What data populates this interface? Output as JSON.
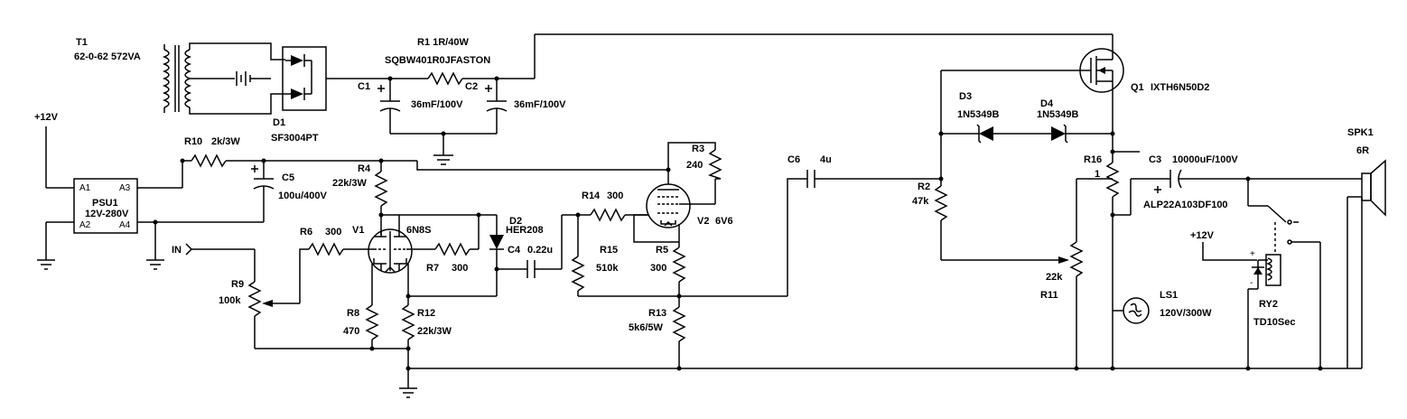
{
  "components": {
    "t1": {
      "ref": "T1",
      "value": "62-0-62 572VA"
    },
    "r1": {
      "ref": "R1 1R/40W",
      "value": "SQBW401R0JFASTON"
    },
    "d1": {
      "ref": "D1",
      "value": "SF3004PT"
    },
    "c1": {
      "ref": "C1",
      "value": "36mF/100V"
    },
    "c2": {
      "ref": "C2",
      "value": "36mF/100V"
    },
    "q1": {
      "ref": "Q1",
      "value": "IXTH6N50D2"
    },
    "d3": {
      "ref": "D3",
      "value": "1N5349B"
    },
    "d4": {
      "ref": "D4",
      "value": "1N5349B"
    },
    "psu1": {
      "ref": "PSU1",
      "value": "12V-280V",
      "pins": [
        "A1",
        "A2",
        "A3",
        "A4"
      ]
    },
    "r10": {
      "ref": "R10",
      "value": "2k/3W"
    },
    "c5": {
      "ref": "C5",
      "value": "100u/400V"
    },
    "r4": {
      "ref": "R4",
      "value": "22k/3W"
    },
    "r3": {
      "ref": "R3",
      "value": "240"
    },
    "c6": {
      "ref": "C6",
      "value": "4u"
    },
    "r2": {
      "ref": "R2",
      "value": "47k"
    },
    "r16": {
      "ref": "R16",
      "value": "1"
    },
    "c3": {
      "ref": "C3",
      "value": "10000uF/100V",
      "part": "ALP22A103DF100"
    },
    "spk1": {
      "ref": "SPK1",
      "value": "6R"
    },
    "r6": {
      "ref": "R6",
      "value": "300"
    },
    "v1": {
      "ref": "V1",
      "value": "6N8S"
    },
    "d2": {
      "ref": "D2",
      "value": "HER208"
    },
    "c4": {
      "ref": "C4",
      "value": "0.22u"
    },
    "r14": {
      "ref": "R14",
      "value": "300"
    },
    "v2": {
      "ref": "V2",
      "value": "6V6"
    },
    "r7": {
      "ref": "R7",
      "value": "300"
    },
    "r15": {
      "ref": "R15",
      "value": "510k"
    },
    "r5": {
      "ref": "R5",
      "value": "300"
    },
    "r9": {
      "ref": "R9",
      "value": "100k"
    },
    "r8": {
      "ref": "R8",
      "value": "470"
    },
    "r12": {
      "ref": "R12",
      "value": "22k/3W"
    },
    "r13": {
      "ref": "R13",
      "value": "5k6/5W"
    },
    "r11": {
      "ref": "R11",
      "value": "22k"
    },
    "ls1": {
      "ref": "LS1",
      "value": "120V/300W"
    },
    "ry2": {
      "ref": "RY2",
      "value": "TD10Sec"
    }
  },
  "supply_labels": {
    "left": "+12V",
    "right": "+12V"
  },
  "input_label": "IN",
  "relay_marks": {
    "plus": "+",
    "minus": "-"
  }
}
